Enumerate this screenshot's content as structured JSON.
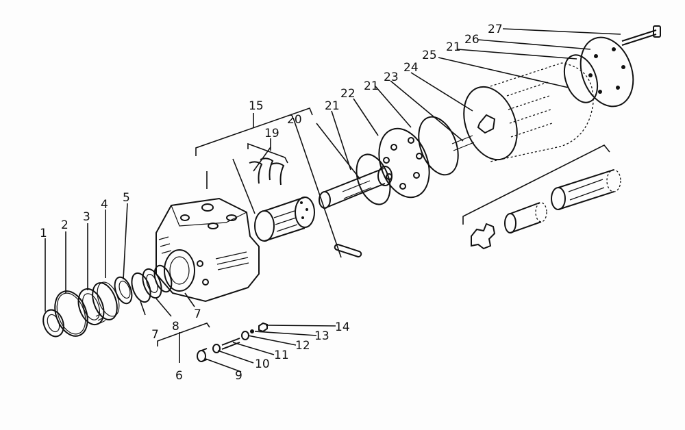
{
  "labels": {
    "l1": "1",
    "l2": "2",
    "l3": "3",
    "l4": "4",
    "l5": "5",
    "l6": "6",
    "l7a": "7",
    "l7b": "7",
    "l8": "8",
    "l9": "9",
    "l10": "10",
    "l11": "11",
    "l12": "12",
    "l13": "13",
    "l14": "14",
    "l15": "15",
    "l19": "19",
    "l20": "20",
    "l21a": "21",
    "l21b": "21",
    "l21c": "21",
    "l22": "22",
    "l23": "23",
    "l24": "24",
    "l25": "25",
    "l26": "26",
    "l27": "27"
  }
}
